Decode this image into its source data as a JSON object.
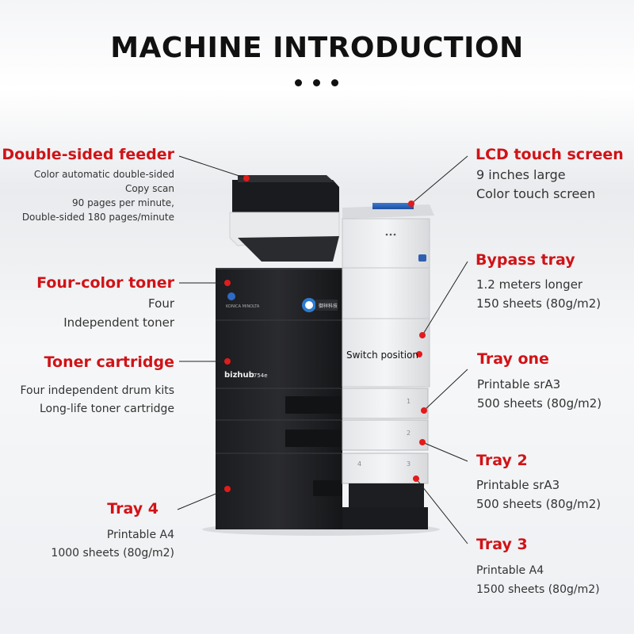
{
  "title": "MACHINE INTRODUCTION",
  "machine": {
    "model_brand": "bizhub",
    "model_number": "C754e",
    "maker": "KONICA MINOLTA",
    "tray_numbers": [
      "1",
      "2",
      "4",
      "3"
    ],
    "dealer_badge": "御祥科技"
  },
  "callouts": {
    "feeder": {
      "title": "Double-sided feeder",
      "lines": [
        "Color automatic double-sided",
        "Copy scan",
        "90 pages per minute,",
        "Double-sided 180 pages/minute"
      ]
    },
    "lcd": {
      "title": "LCD touch screen",
      "lines": [
        "9 inches large",
        "Color touch screen"
      ]
    },
    "four_color": {
      "title": "Four-color toner",
      "lines": [
        "Four",
        "Independent toner"
      ]
    },
    "bypass": {
      "title": "Bypass tray",
      "lines": [
        "1.2 meters longer",
        "150 sheets (80g/m2)"
      ]
    },
    "switch": {
      "title": "Switch position"
    },
    "toner_cartridge": {
      "title": "Toner cartridge",
      "lines": [
        "Four independent drum kits",
        "Long-life toner cartridge"
      ]
    },
    "tray_one": {
      "title": "Tray one",
      "lines": [
        "Printable srA3",
        "500 sheets (80g/m2)"
      ]
    },
    "tray_2": {
      "title": "Tray 2",
      "lines": [
        "Printable srA3",
        "500 sheets (80g/m2)"
      ]
    },
    "tray_4": {
      "title": "Tray 4",
      "lines": [
        "Printable A4",
        "1000 sheets (80g/m2)"
      ]
    },
    "tray_3": {
      "title": "Tray 3",
      "lines": [
        "Printable A4",
        "1500 sheets (80g/m2)"
      ]
    }
  },
  "colors": {
    "label_red": "#d01317",
    "marker_red": "#e21b1b",
    "title_black": "#111111"
  }
}
